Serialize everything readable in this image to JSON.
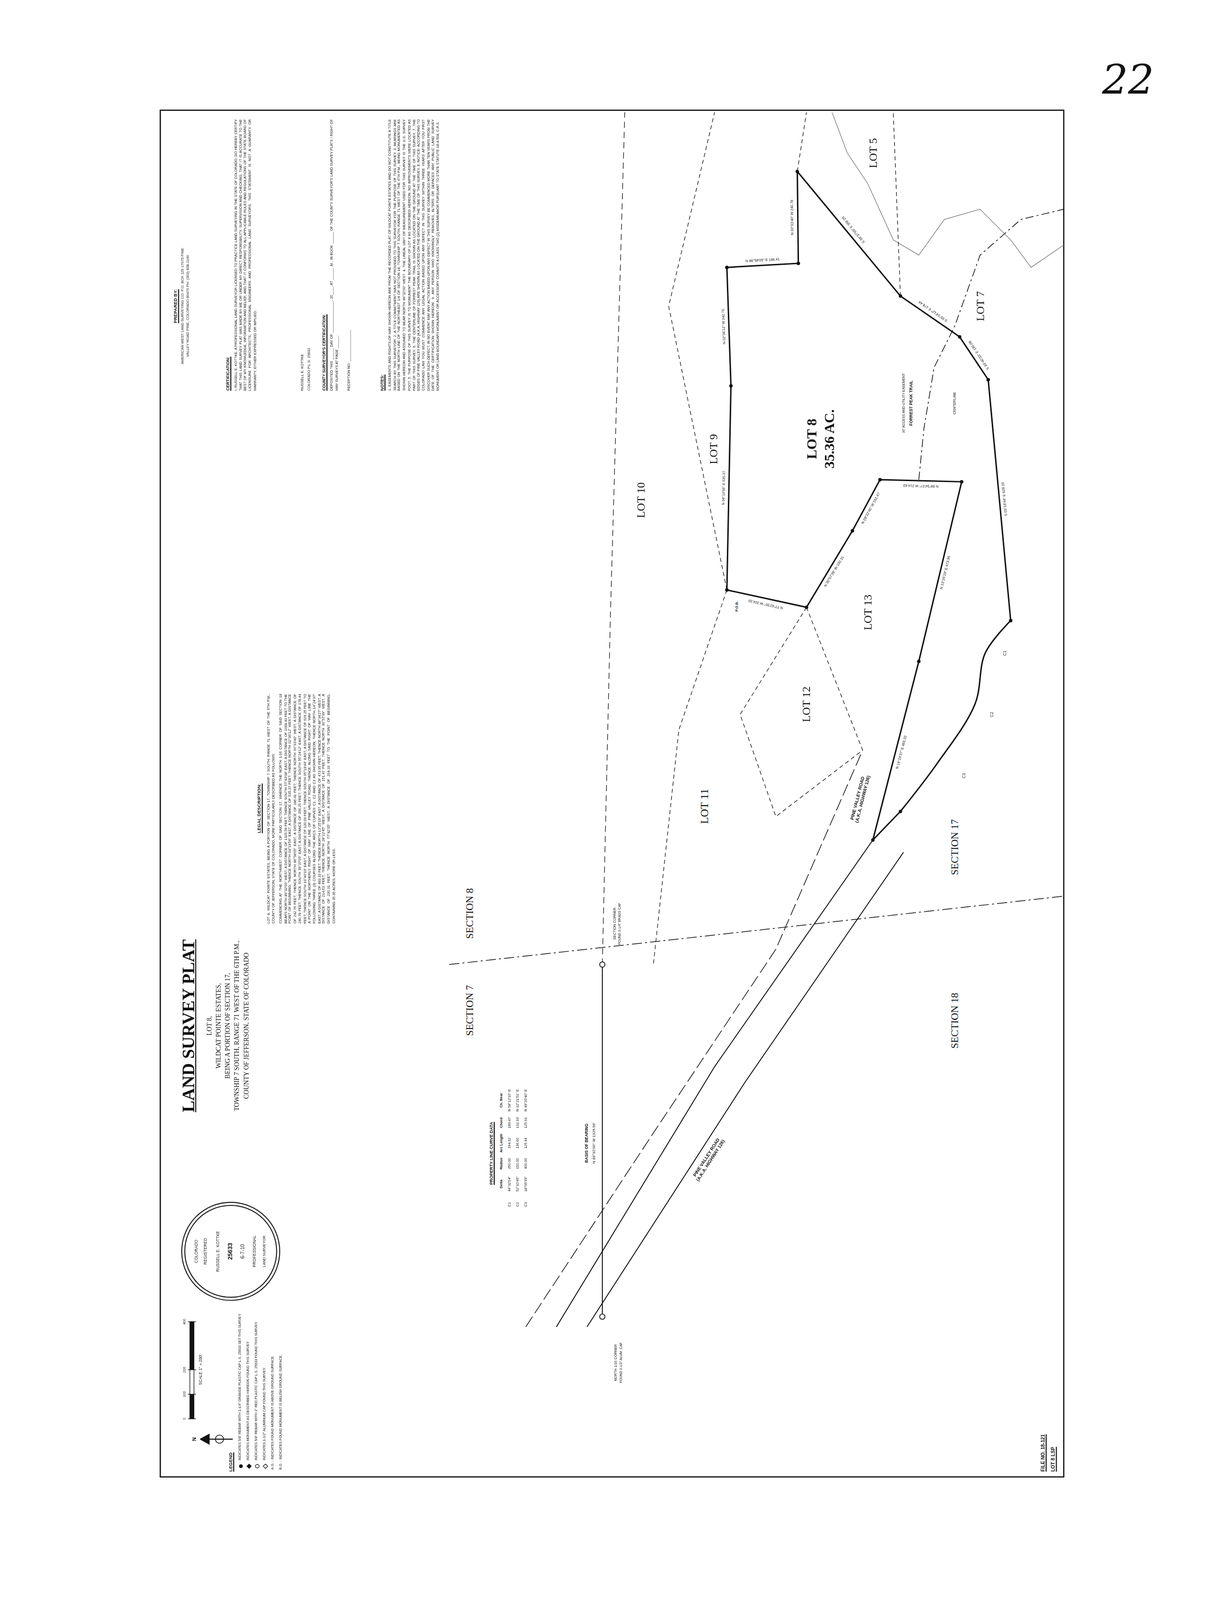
{
  "diagram": {
    "title": "LAND SURVEY PLAT",
    "labels": [
      "LOT 8,",
      "WILDCAT POINTE ESTATES,",
      "BEING A PORTION OF SECTION 17,",
      "TOWNSHIP 7 SOUTH, RANGE 71 WEST OF THE 6TH P.M.,",
      "COUNTY OF JEFFERSON, STATE OF COLORADO",
      "PREPARED BY:",
      "AMERICAN WEST LAND SURVEYING CO. P.O. BOX 129 17075 PINE VALLEY ROAD PINE, COLORADO 80470 PH. (303) 838-1140",
      "CERTIFICATION:",
      "I, RUSSELL E. KOTTKE, A PROFESSIONAL LAND SURVEYOR LICENSED TO PRACTICE LAND SURVEYING IN THE STATE OF COLORADO, DO HEREBY CERTIFY THAT THIS LAND SURVEY PLAT WAS MADE BY ME OR UNDER MY DIRECT RESPONSIBILITY, SUPERVISION AND CHECKING, THAT IT IS ACCURATE TO THE BEST OF MY KNOWLEDGE, INFORMATION AND BELIEF, AND THAT IT CONFORMS TO ALL APPLICABLE RULES AND REGULATIONS OF THE STATE BOARD OF LICENSURE FOR ARCHITECTS, PROFESSIONAL ENGINEERS AND PROFESSIONAL LAND SURVEYORS. THIS STATEMENT IS NOT A GUARANTY OR WARRANTY, EITHER EXPRESSED OR IMPLIED.",
      "RUSSELL E. KOTTKE",
      "COLORADO P.L.S. 25633",
      "COUNTY SURVEYOR'S CERTIFICATION:",
      "DEPOSITED THIS ______ DAY OF ________________, 20____, AT ______ .M., IN BOOK ______ OF THE COUNTY SURVEYOR'S LAND SURVEY PLATS / RIGHT OF WAY SURVEYS AT PAGE ______.",
      "RECEPTION NO. ________________",
      "NOTES:",
      "1. EASEMENTS AND RIGHTS-OF-WAY SHOWN HEREON ARE FROM THE RECORDED PLAT OF WILDCAT POINTE ESTATES AND DO NOT CONSTITUTE A TITLE SEARCH BY THIS SURVEYOR. 2. A TITLE COMMITMENT WAS NOT PROVIDED TO THIS SURVEYOR FOR THE PURPOSE OF THIS SURVEY. 3. BEARINGS ARE BASED ON THE NORTH LINE OF THE NORTHEAST 1/4 OF SECTION 18, TOWNSHIP 7 SOUTH, RANGE 71 WEST OF THE 6TH P.M., BEING MONUMENTED AS SHOWN HEREON AND ASSUMED TO BEAR NORTH 89°32'00\" WEST. 4. THE LINEAL UNIT OF MEASUREMENT USED FOR THIS SURVEY IS THE U.S. SURVEY FOOT. 5. THE PURPOSE OF THIS SURVEY IS TO MONUMENT THE BOUNDARY OF LOT 8 AS DESCRIBED HEREON. NO IMPROVEMENTS WERE LOCATED AS PART OF THIS SURVEY. 6. THE CENTERLINE OF FORREST PEAK TRAIL IS SHOWN AS LOCATED ON THE GROUND AT THE TIME OF THIS SURVEY. 7. THE EDGES OF PINE VALLEY ROAD (A.K.A. HIGHWAY 126) ARE SHOWN AS LOCATED ON THE GROUND AT THE TIME OF THIS SURVEY. 8. NOTICE: ACCORDING TO COLORADO LAW YOU MUST COMMENCE ANY LEGAL ACTION BASED UPON ANY DEFECT IN THIS SURVEY WITHIN THREE YEARS AFTER YOU FIRST DISCOVER SUCH DEFECT. IN NO EVENT MAY ANY ACTION BASED UPON ANY DEFECT IN THIS SURVEY BE COMMENCED MORE THAN TEN YEARS FROM THE DATE OF THE CERTIFICATION SHOWN HEREON. 9. ANY PERSON WHO KNOWINGLY REMOVES, ALTERS OR DEFACES ANY PUBLIC LAND SURVEY MONUMENT OR LAND BOUNDARY MONUMENT OR ACCESSORY COMMITS A CLASS TWO (2) MISDEMEANOR PURSUANT TO STATE STATUTE 18-4-508, C.R.S.",
      "LEGAL DESCRIPTION:",
      "LOT 8, WILDCAT POINTE ESTATES, BEING A PORTION OF SECTION 17, TOWNSHIP 7 SOUTH, RANGE 71 WEST OF THE 6TH P.M., COUNTY OF JEFFERSON, STATE OF COLORADO, MORE PARTICULARLY DESCRIBED AS FOLLOWS:",
      "COMMENCING AT THE NORTHWEST CORNER OF SAID SECTION 17, WHENCE THE NORTH 1/16 CORNER OF SAID SECTION 18 BEARS NORTH 89°32'00\" WEST, A DISTANCE OF 1325.59 FEET; THENCE SOUTH 57°43'08\" EAST, A DISTANCE OF 1068.43 FEET TO THE POINT OF BEGINNING; THENCE NORTH 04°19'56\" EAST, A DISTANCE OF 535.37 FEET; THENCE NORTH 02°36'12\" WEST, A DISTANCE OF 242.76 FEET; THENCE NORTH 86°58'05\" EAST, A DISTANCE OF 186.41 FEET; THENCE NORTH 00°33'40\" WEST, A DISTANCE OF 240.78 FEET; THENCE SOUTH 39°37'05\" EAST, A DISTANCE OF 356.25 FEET; THENCE SOUTH 55°24'12\" EAST, A DISTANCE OF 178.44 FEET; THENCE SOUTH 33°40'33\" EAST, A DISTANCE OF 130.09 FEET; THENCE SOUTH 05°19'44\" EAST, A DISTANCE OF 629.25 FEET TO A POINT ON THE NORTHERLY RIGHT OF WAY LINE OF PINE VALLEY ROAD; THENCE ALONG SAID RIGHT OF WAY LINE THE FOLLOWING THREE (3) COURSES ALONG THE ARCS OF CURVES C1, C2 AND C3 AS SHOWN HEREON; THENCE NORTH 14°24'37\" EAST, A DISTANCE OF 483.33 FEET; THENCE NORTH 13°25'19\" EAST, A DISTANCE OF 473.95 FEET; THENCE NORTH 88°34'27\" WEST, A DISTANCE OF 214.63 FEET; THENCE NORTH 28°22'45\" WEST, A DISTANCE OF 151.47 FEET; THENCE NORTH 30°57'39\" WEST, A DISTANCE OF 230.31 FEET; THENCE NORTH 77°42'35\" WEST, A DISTANCE OF 204.33 FEET TO THE POINT OF BEGINNING, CONTAINING 35.36 ACRES, MORE OR LESS.",
      "LOT 10",
      "LOT 9",
      "LOT 13",
      "LOT 12",
      "LOT 11",
      "LOT 5",
      "LOT 7",
      "LOT 8",
      "35.36 AC.",
      "SECTION 7",
      "SECTION 8",
      "SECTION 18",
      "SECTION 17",
      "PINE VALLEY ROAD",
      "(A.K.A. HIGHWAY 126)",
      "PINE VALLEY ROAD",
      "(A.K.A. HIGHWAY 126)",
      "FORREST PEAK TRAIL",
      "30' ACCESS AND UTILITY EASEMENT",
      "CENTERLINE",
      "BASIS OF BEARING",
      "N 89°32'00\" W 1325.59'",
      "SECTION CORNER",
      "FOUND 3-1/4\" BRASS CAP",
      "NORTH 1/16 CORNER",
      "FOUND 2-1/2\" ALUM. CAP",
      "P.O.B.",
      "C1",
      "C2",
      "C3",
      "PROPERTY LINE CURVE DATA",
      "Delta",
      "Radius",
      "Arc Length",
      "Chord",
      "Ch. Bear",
      "C1",
      "44°32'04\"",
      "250.00",
      "194.32",
      "189.47",
      "N 58°12'10\" E",
      "C2",
      "52°10'45\"",
      "150.00",
      "136.60",
      "131.93",
      "N 32°21'51\" E",
      "C3",
      "18°06'39\"",
      "400.00",
      "126.44",
      "125.91",
      "N 49°20'40\" E",
      "LEGEND",
      "SCALE 1\" = 200'",
      "0",
      "100",
      "200",
      "400",
      "N",
      "FILE NO. 18-121",
      "LOT 8 LSP",
      "22",
      "COLORADO",
      "REGISTERED",
      "RUSSELL E. KOTTKE",
      "25633",
      "6-7-10",
      "PROFESSIONAL",
      "LAND SURVEYOR",
      "N 04°19'56\" E 535.37",
      "N 02°36'12\" W 242.76",
      "N 86°58'05\" E 186.41",
      "N 00°33'40\" W 240.78",
      "S 39°37'05\" E 356.25",
      "S 55°24'12\" E 178.44",
      "S 33°40'33\" E 130.09",
      "S 05°19'44\" E 629.25",
      "N 88°34'27\" W 214.63",
      "N 13°25'19\" E 473.95",
      "N 14°24'37\" E 483.33",
      "N 28°22'45\" W 151.47",
      "N 30°57'39\" W 230.31",
      "N 77°42'35\" W 204.33"
    ],
    "legend": [
      {
        "text": "INDICATES 5/8\" REBAR WITH 1-1/4\" ORANGE PLASTIC CAP L.S. 25633 SET THIS SURVEY."
      },
      {
        "text": "INDICATES MONUMENT AS DESCRIBED HEREON FOUND THIS SURVEY."
      },
      {
        "text": "INDICATES 5/8\" REBAR WITH 1\" RED PLASTIC CAP L.S. 25633 FOUND THIS SURVEY."
      },
      {
        "text": "INDICATES 1-1/2\" ALUMINUM CAP FOUND THIS SURVEY."
      },
      {
        "text": "A.G. - INDICATES FOUND MONUMENT IS ABOVE GROUND SURFACE."
      },
      {
        "text": "B.G. - INDICATES FOUND MONUMENT IS BELOW GROUND SURFACE."
      }
    ]
  }
}
